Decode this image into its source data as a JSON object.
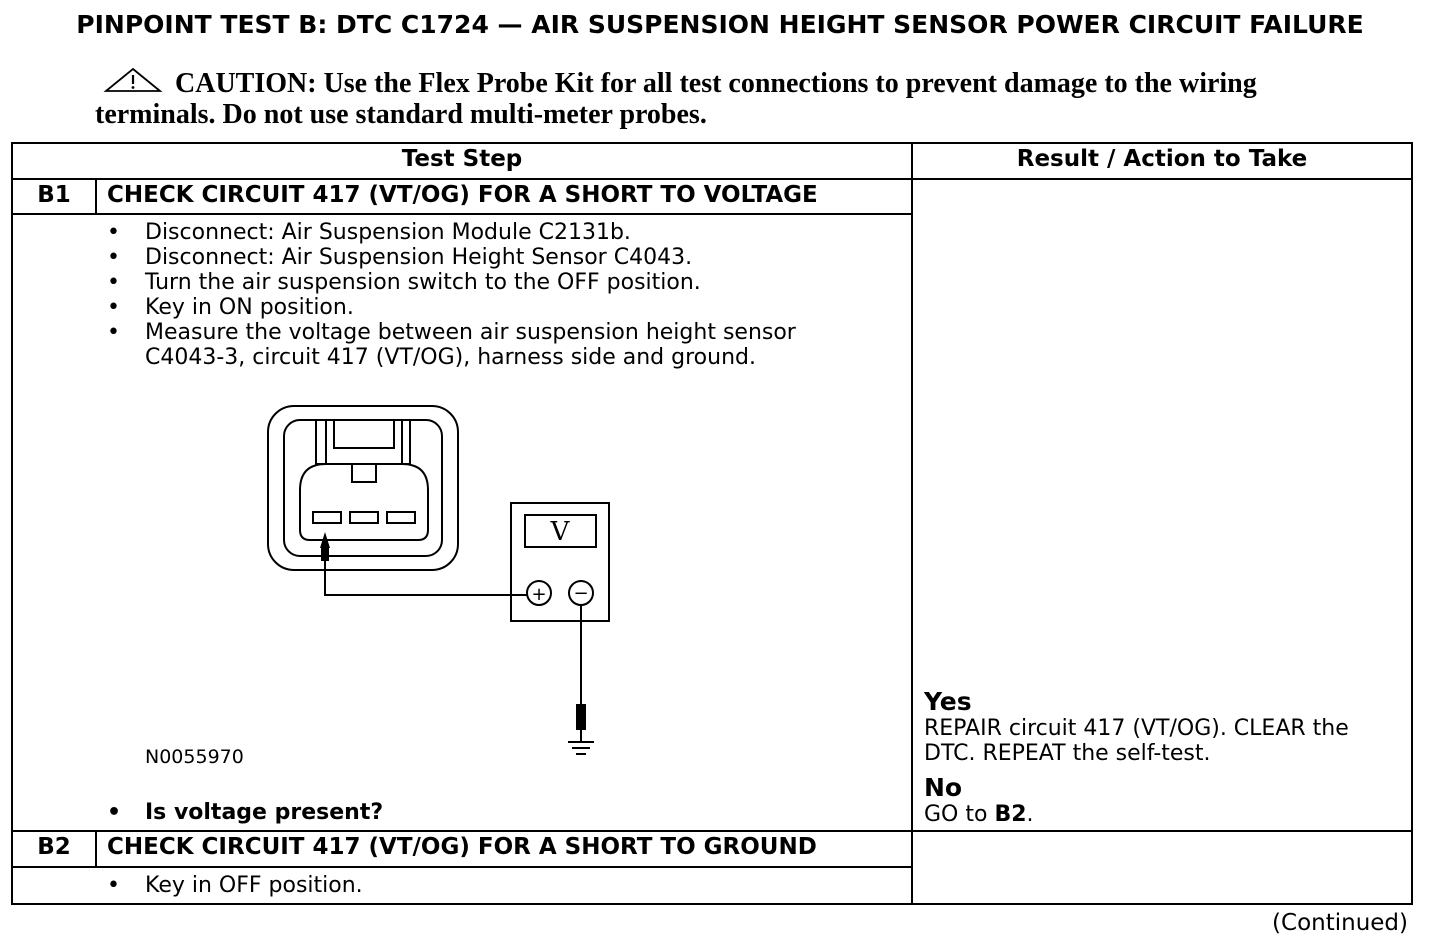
{
  "title": "PINPOINT TEST  B: DTC C1724 — AIR SUSPENSION HEIGHT SENSOR POWER CIRCUIT FAILURE",
  "caution": {
    "label": "CAUTION:",
    "text": "Use the Flex Probe Kit for all test connections to prevent damage to the wiring terminals. Do not use standard multi-meter probes."
  },
  "table": {
    "headers": {
      "test_step": "Test Step",
      "result": "Result / Action to Take"
    },
    "steps": [
      {
        "id": "B1",
        "heading": "CHECK CIRCUIT 417 (VT/OG) FOR A SHORT TO VOLTAGE",
        "bullets": [
          "Disconnect: Air Suspension Module C2131b.",
          "Disconnect: Air Suspension Height Sensor C4043.",
          "Turn the air suspension switch to the OFF position.",
          "Key in ON position.",
          "Measure the voltage between air suspension height sensor C4043-3, circuit 417 (VT/OG), harness side and ground."
        ],
        "figure_id": "N0055970",
        "question": "Is voltage present?",
        "results": [
          {
            "label": "Yes",
            "action": "REPAIR circuit 417 (VT/OG). CLEAR the DTC. REPEAT the self-test."
          },
          {
            "label": "No",
            "action_prefix": "GO to ",
            "action_ref": "B2",
            "action_suffix": "."
          }
        ]
      },
      {
        "id": "B2",
        "heading": "CHECK CIRCUIT 417 (VT/OG) FOR A SHORT TO GROUND",
        "bullets": [
          "Key in OFF position."
        ]
      }
    ]
  },
  "meter_symbol": "V",
  "probe_plus": "+",
  "probe_minus": "−",
  "footer": "(Continued)"
}
